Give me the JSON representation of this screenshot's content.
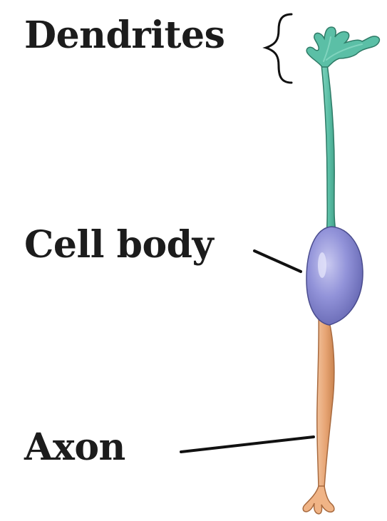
{
  "labels": {
    "dendrites": "Dendrites",
    "cell_body": "Cell body",
    "axon": "Axon"
  },
  "colors": {
    "dendrite_fill": "#5bbfa6",
    "dendrite_stroke": "#2e7a66",
    "cell_body_fill": "#8e8fd6",
    "cell_body_stroke": "#4a4c8e",
    "axon_fill": "#e9a877",
    "axon_stroke": "#a86a3f",
    "label_text": "#1c1c1c",
    "leader_line": "#111111"
  }
}
